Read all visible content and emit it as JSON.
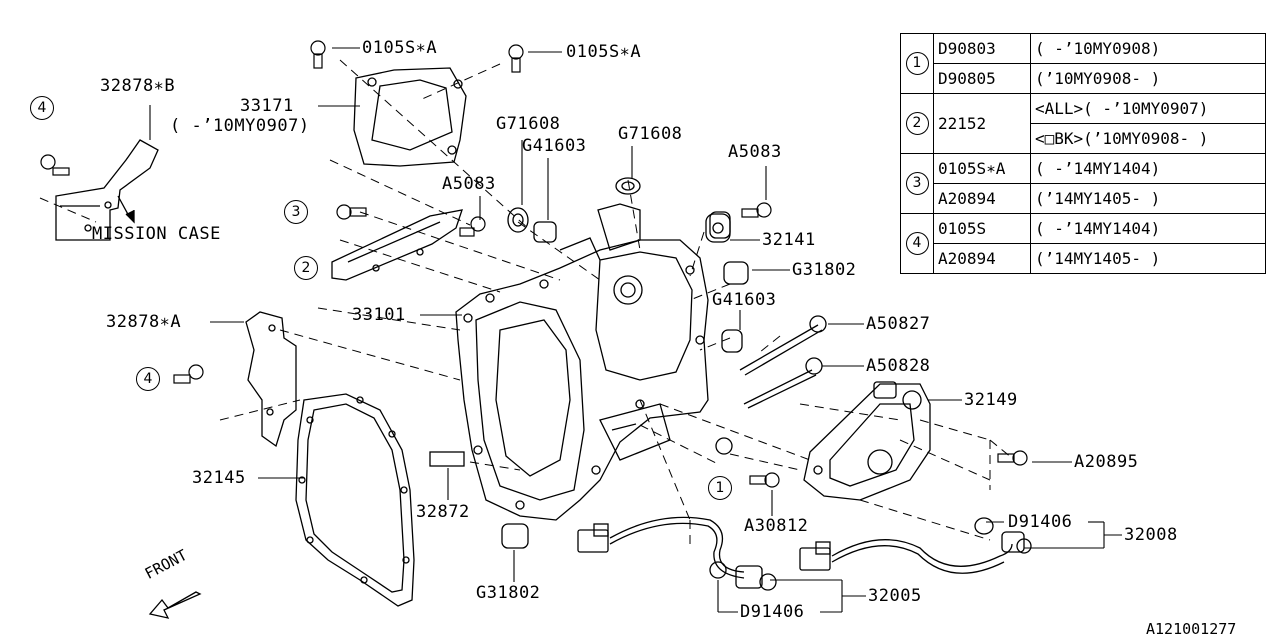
{
  "labels": {
    "p0105sa_1": "0105S∗A",
    "p0105sa_2": "0105S∗A",
    "p32878b": "32878∗B",
    "p33171": "33171",
    "p33171_note": "( -’10MY0907)",
    "pG71608_1": "G71608",
    "pG71608_2": "G71608",
    "pG41603_1": "G41603",
    "pA5083_1": "A5083",
    "pA5083_2": "A5083",
    "mission_case": "MISSION CASE",
    "p32141": "32141",
    "pG31802_1": "G31802",
    "pG41603_2": "G41603",
    "p33101": "33101",
    "pA50827": "A50827",
    "p32878a": "32878∗A",
    "pA50828": "A50828",
    "p32149": "32149",
    "pA20895": "A20895",
    "p32145": "32145",
    "p32872": "32872",
    "pA30812": "A30812",
    "pD91406_1": "D91406",
    "p32008": "32008",
    "pG31802_2": "G31802",
    "pD91406_2": "D91406",
    "p32005": "32005",
    "front": "FRONT",
    "ref": "A121001277"
  },
  "callouts": {
    "c4_a": "4",
    "c3": "3",
    "c2": "2",
    "c4_b": "4",
    "c1": "1"
  },
  "legend": {
    "rows": [
      {
        "key": "1",
        "part": "D90803",
        "note": "( -’10MY0908)"
      },
      {
        "key": "",
        "part": "D90805",
        "note": "(’10MY0908- )"
      },
      {
        "key": "2",
        "part": "22152",
        "note": "<ALL>( -’10MY0907)"
      },
      {
        "key": "",
        "part": "",
        "note": "<□BK>(’10MY0908- )"
      },
      {
        "key": "3",
        "part": "0105S∗A",
        "note": "( -’14MY1404)"
      },
      {
        "key": "",
        "part": "A20894",
        "note": "(’14MY1405- )"
      },
      {
        "key": "4",
        "part": "0105S",
        "note": "( -’14MY1404)"
      },
      {
        "key": "",
        "part": "A20894",
        "note": "(’14MY1405- )"
      }
    ]
  }
}
